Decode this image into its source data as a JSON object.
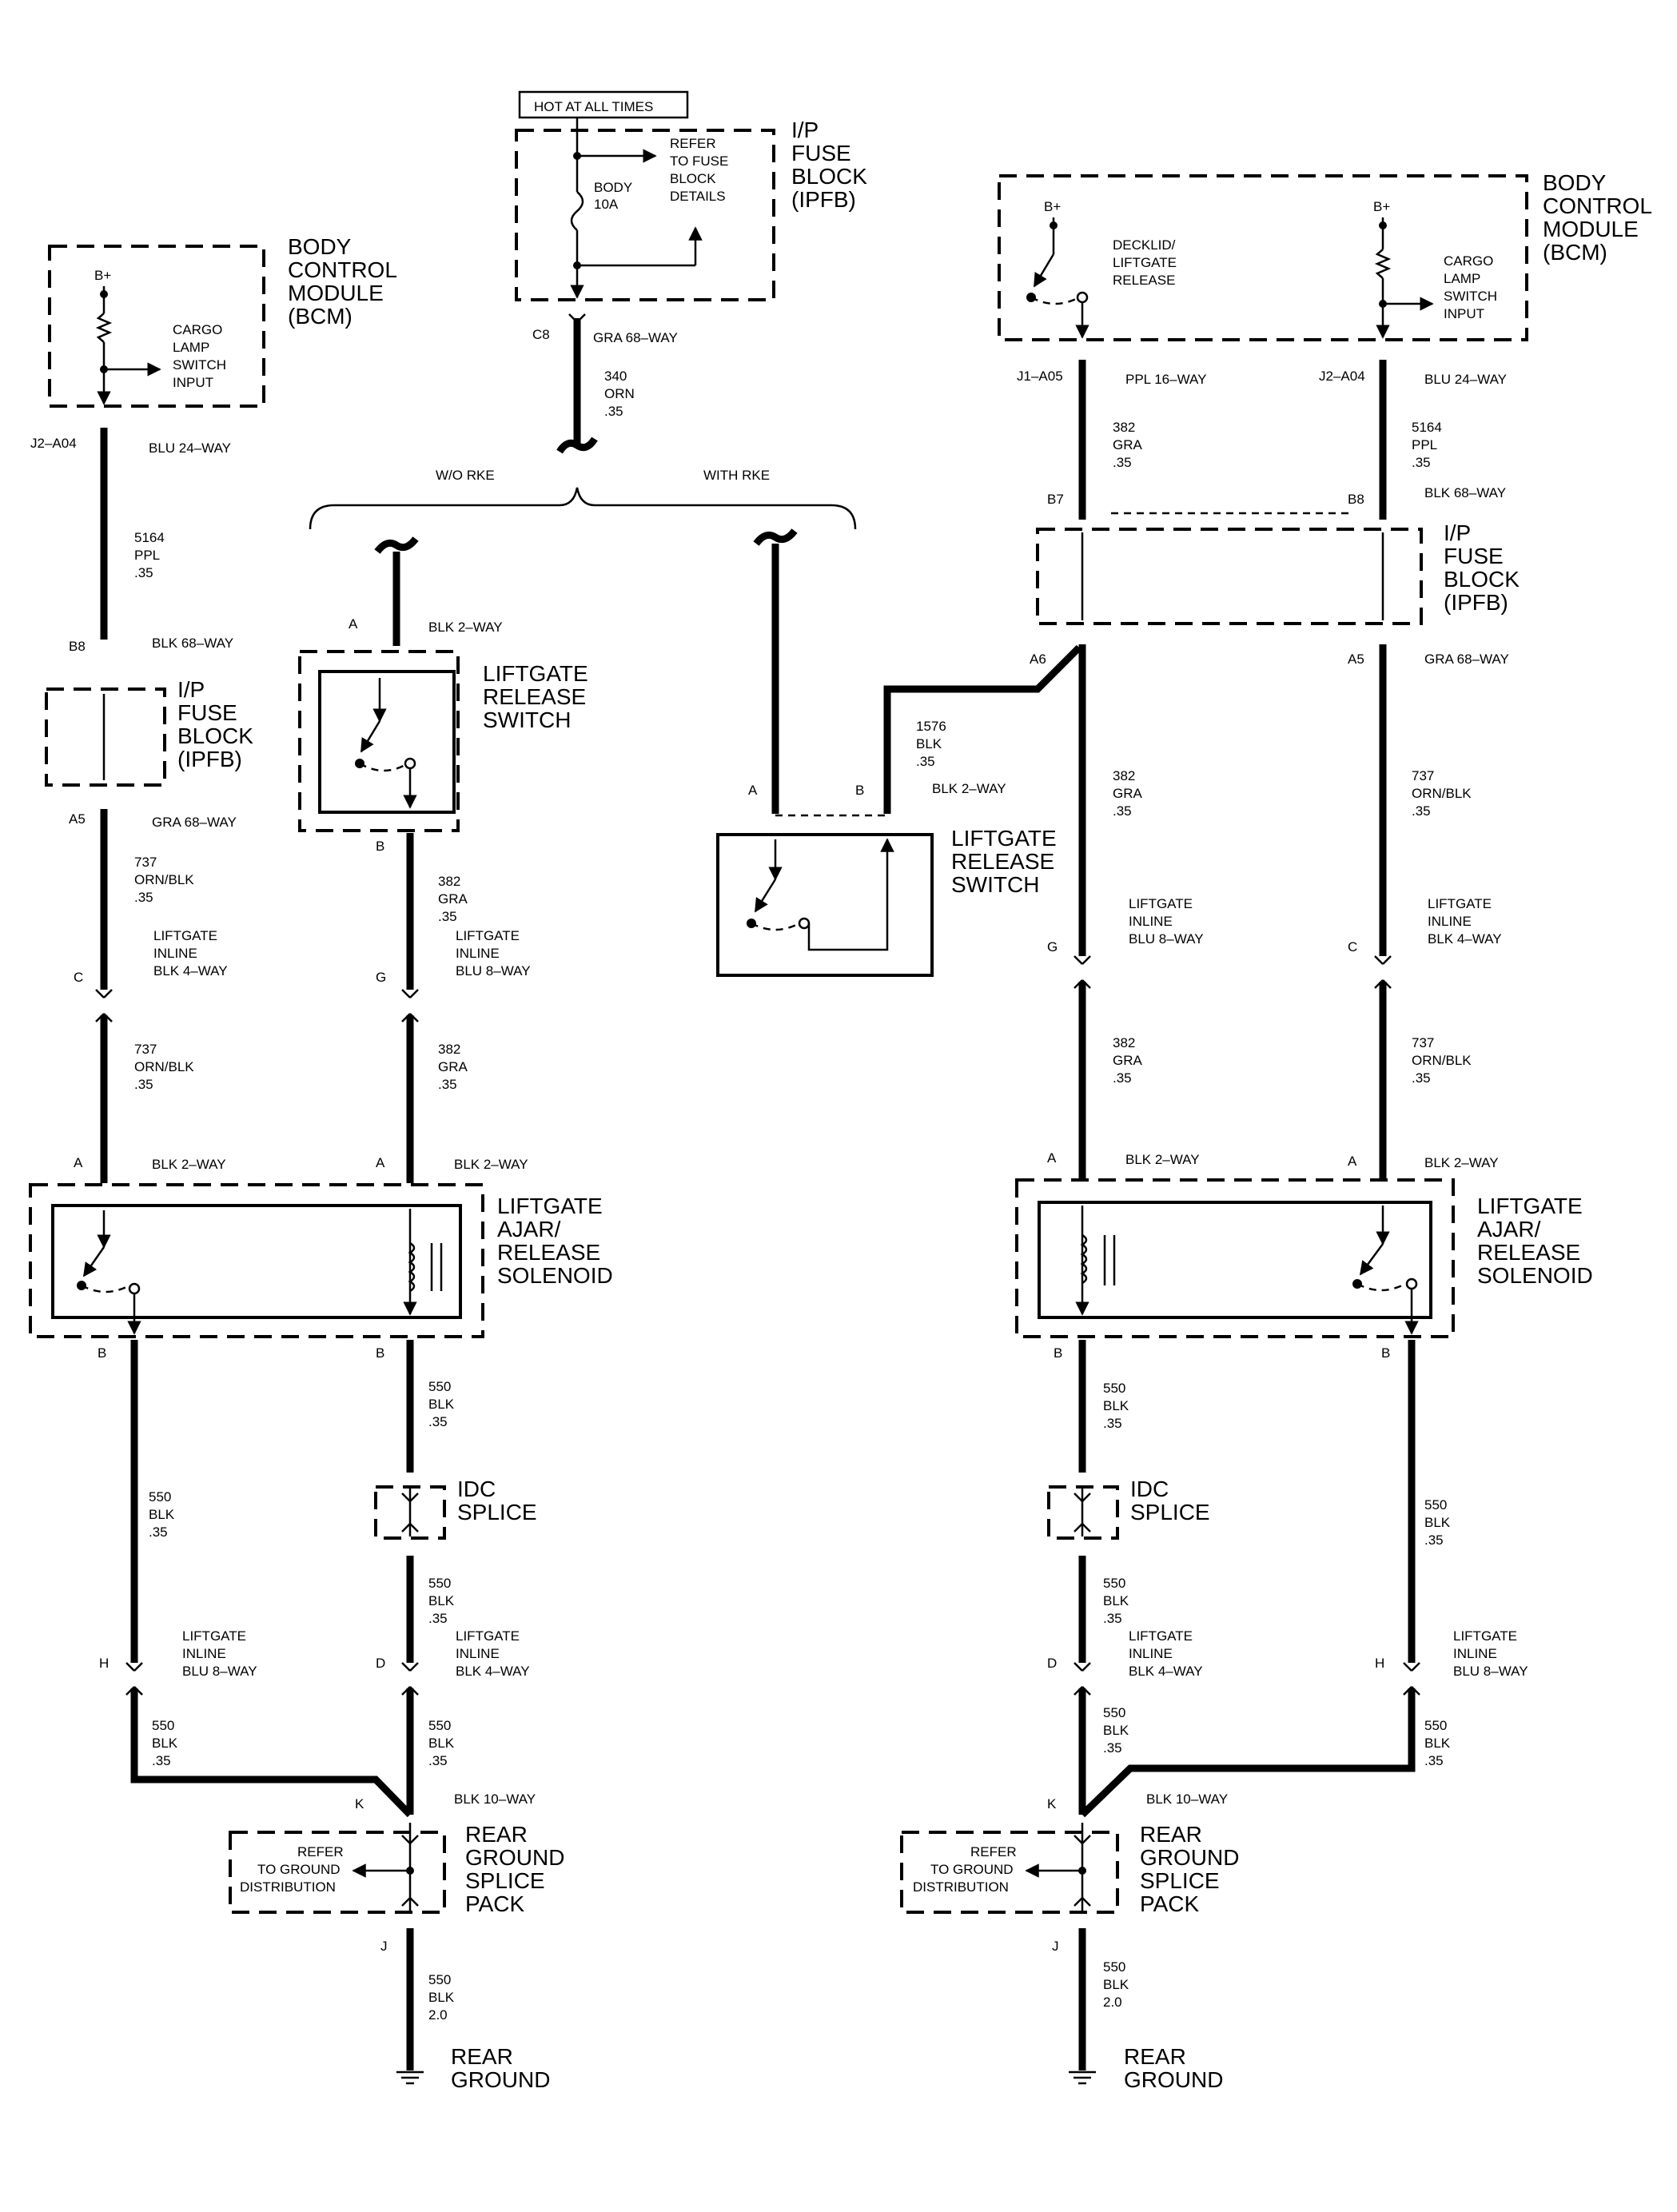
{
  "hot": "HOT AT ALL TIMES",
  "common": {
    "ipfb_top": [
      "I/P",
      "FUSE",
      "BLOCK",
      "(IPFB)"
    ],
    "refer_fuse": [
      "REFER",
      "TO FUSE",
      "BLOCK",
      "DETAILS"
    ],
    "fuse": [
      "BODY",
      "10A"
    ],
    "c8": "C8",
    "c8_conn": "GRA 68–WAY",
    "w340": [
      "340",
      "ORN",
      ".35"
    ],
    "wo_rke": "W/O RKE",
    "with_rke": "WITH RKE"
  },
  "left": {
    "bcm": [
      "BODY",
      "CONTROL",
      "MODULE",
      "(BCM)"
    ],
    "bplus": "B+",
    "cargo": [
      "CARGO",
      "LAMP",
      "SWITCH",
      "INPUT"
    ],
    "j2a04": "J2–A04",
    "blu24": "BLU 24–WAY",
    "w5164": [
      "5164",
      "PPL",
      ".35"
    ],
    "b8": "B8",
    "blk68": "BLK 68–WAY",
    "ipfb": [
      "I/P",
      "FUSE",
      "BLOCK",
      "(IPFB)"
    ],
    "a5": "A5",
    "gra68": "GRA 68–WAY",
    "w737a": [
      "737",
      "ORN/BLK",
      ".35"
    ],
    "inline4": [
      "LIFTGATE",
      "INLINE",
      "BLK 4–WAY"
    ],
    "c": "C",
    "w737b": [
      "737",
      "ORN/BLK",
      ".35"
    ],
    "a1": "A",
    "blk2a": "BLK 2–WAY",
    "sw_a": "A",
    "sw_blk2": "BLK 2–WAY",
    "switch": [
      "LIFTGATE",
      "RELEASE",
      "SWITCH"
    ],
    "sw_b": "B",
    "w382a": [
      "382",
      "GRA",
      ".35"
    ],
    "inline8a": [
      "LIFTGATE",
      "INLINE",
      "BLU 8–WAY"
    ],
    "g": "G",
    "w382b": [
      "382",
      "GRA",
      ".35"
    ],
    "a2": "A",
    "blk2b": "BLK 2–WAY",
    "solenoid": [
      "LIFTGATE",
      "AJAR/",
      "RELEASE",
      "SOLENOID"
    ],
    "b1": "B",
    "b2": "B",
    "w550a": [
      "550",
      "BLK",
      ".35"
    ],
    "w550b": [
      "550",
      "BLK",
      ".35"
    ],
    "idc": [
      "IDC",
      "SPLICE"
    ],
    "w550c": [
      "550",
      "BLK",
      ".35"
    ],
    "inline8b": [
      "LIFTGATE",
      "INLINE",
      "BLU 8–WAY"
    ],
    "h": "H",
    "inline4b": [
      "LIFTGATE",
      "INLINE",
      "BLK 4–WAY"
    ],
    "d": "D",
    "w550d": [
      "550",
      "BLK",
      ".35"
    ],
    "w550e": [
      "550",
      "BLK",
      ".35"
    ],
    "k": "K",
    "blk10": "BLK 10–WAY",
    "refer_ground": [
      "REFER",
      "TO GROUND",
      "DISTRIBUTION"
    ],
    "splice_pack": [
      "REAR",
      "GROUND",
      "SPLICE",
      "PACK"
    ],
    "j": "J",
    "w550f": [
      "550",
      "BLK",
      "2.0"
    ],
    "ground": [
      "REAR",
      "GROUND"
    ]
  },
  "right": {
    "bcm": [
      "BODY",
      "CONTROL",
      "MODULE",
      "(BCM)"
    ],
    "bplus1": "B+",
    "bplus2": "B+",
    "decklid": [
      "DECKLID/",
      "LIFTGATE",
      "RELEASE"
    ],
    "cargo": [
      "CARGO",
      "LAMP",
      "SWITCH",
      "INPUT"
    ],
    "j1a05": "J1–A05",
    "ppl16": "PPL 16–WAY",
    "j2a04": "J2–A04",
    "blu24": "BLU 24–WAY",
    "w382a": [
      "382",
      "GRA",
      ".35"
    ],
    "w5164": [
      "5164",
      "PPL",
      ".35"
    ],
    "b7": "B7",
    "b8": "B8",
    "blk68": "BLK 68–WAY",
    "ipfb": [
      "I/P",
      "FUSE",
      "BLOCK",
      "(IPFB)"
    ],
    "a6": "A6",
    "a5": "A5",
    "gra68": "GRA 68–WAY",
    "w1576": [
      "1576",
      "BLK",
      ".35"
    ],
    "sw_a": "A",
    "sw_b": "B",
    "sw_blk2": "BLK 2–WAY",
    "switch": [
      "LIFTGATE",
      "RELEASE",
      "SWITCH"
    ],
    "w382b": [
      "382",
      "GRA",
      ".35"
    ],
    "w737a": [
      "737",
      "ORN/BLK",
      ".35"
    ],
    "inline8a": [
      "LIFTGATE",
      "INLINE",
      "BLU 8–WAY"
    ],
    "g": "G",
    "inline4a": [
      "LIFTGATE",
      "INLINE",
      "BLK 4–WAY"
    ],
    "c": "C",
    "w382c": [
      "382",
      "GRA",
      ".35"
    ],
    "w737b": [
      "737",
      "ORN/BLK",
      ".35"
    ],
    "a1": "A",
    "blk2a": "BLK 2–WAY",
    "a2": "A",
    "blk2b": "BLK 2–WAY",
    "solenoid": [
      "LIFTGATE",
      "AJAR/",
      "RELEASE",
      "SOLENOID"
    ],
    "b1": "B",
    "b2": "B",
    "w550a": [
      "550",
      "BLK",
      ".35"
    ],
    "idc": [
      "IDC",
      "SPLICE"
    ],
    "w550b": [
      "550",
      "BLK",
      ".35"
    ],
    "w550c": [
      "550",
      "BLK",
      ".35"
    ],
    "inline4b": [
      "LIFTGATE",
      "INLINE",
      "BLK 4–WAY"
    ],
    "d": "D",
    "inline8b": [
      "LIFTGATE",
      "INLINE",
      "BLU 8–WAY"
    ],
    "h": "H",
    "w550d": [
      "550",
      "BLK",
      ".35"
    ],
    "w550e": [
      "550",
      "BLK",
      ".35"
    ],
    "k": "K",
    "blk10": "BLK 10–WAY",
    "refer_ground": [
      "REFER",
      "TO GROUND",
      "DISTRIBUTION"
    ],
    "splice_pack": [
      "REAR",
      "GROUND",
      "SPLICE",
      "PACK"
    ],
    "j": "J",
    "w550f": [
      "550",
      "BLK",
      "2.0"
    ],
    "ground": [
      "REAR",
      "GROUND"
    ]
  }
}
